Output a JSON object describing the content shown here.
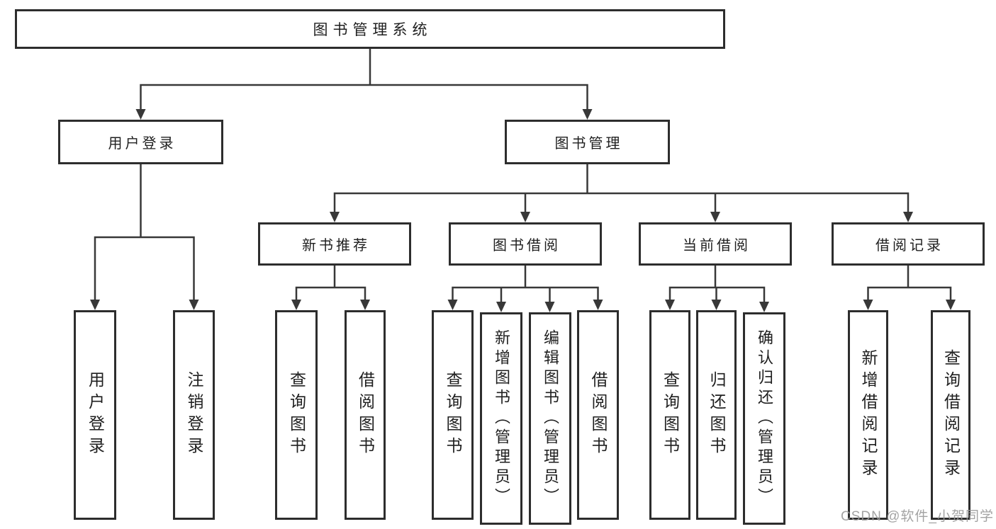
{
  "diagram": {
    "root": "图书管理系统",
    "level2": [
      {
        "label": "用户登录"
      },
      {
        "label": "图书管理"
      }
    ],
    "level3": [
      {
        "label": "新书推荐"
      },
      {
        "label": "图书借阅"
      },
      {
        "label": "当前借阅"
      },
      {
        "label": "借阅记录"
      }
    ],
    "leaves": {
      "user_login": [
        "用户登录",
        "注销登录"
      ],
      "new_book": [
        "查询图书",
        "借阅图书"
      ],
      "book_borrow": [
        "查询图书",
        "新增图书（管理员）",
        "编辑图书（管理员）",
        "借阅图书"
      ],
      "current_borrow": [
        "查询图书",
        "归还图书",
        "确认归还（管理员）"
      ],
      "borrow_records": [
        "新增借阅记录",
        "查询借阅记录"
      ]
    }
  },
  "watermark": "CSDN @软件_小贺同学",
  "colors": {
    "line": "#383838",
    "border": "#2d2d2d",
    "text": "#1f1f1f",
    "watermark": "#9a9a9a",
    "background": "#ffffff"
  }
}
